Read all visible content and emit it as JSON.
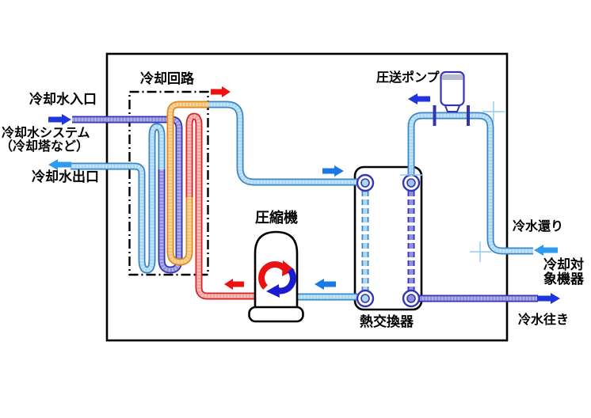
{
  "diagram": {
    "labels": {
      "inlet": "冷却水入口",
      "system_line1": "冷却水システム",
      "system_line2": "（冷却塔など）",
      "outlet": "冷却水出口",
      "cooling_circuit": "冷却回路",
      "pump": "圧送ポンプ",
      "compressor": "圧縮機",
      "heat_exchanger": "熱交換器",
      "chilled_return": "冷水還り",
      "cooled_equipment": "冷却対象機器",
      "chilled_supply": "冷水往き"
    },
    "colors": {
      "pipe_indigo_edge": "#3535b2",
      "pipe_indigo_fill": "#9090de",
      "pipe_blue_edge": "#3c85c8",
      "pipe_blue_fill": "#abd9f2",
      "pipe_orange_edge": "#e2891e",
      "pipe_orange_fill": "#f4c478",
      "pipe_red_edge": "#d92222",
      "pipe_red_fill": "#efa4a4",
      "arrow_royal": "#1f35dd",
      "arrow_light": "#2f9bf0",
      "arrow_medium": "#1b78e4",
      "arrow_red": "#ee1111",
      "comp_arrow_red": "#e81212",
      "comp_arrow_blue": "#1b1bd0",
      "pump_band": "#b6bed0",
      "tick": "#8ecdef",
      "outline": "#000000"
    }
  }
}
